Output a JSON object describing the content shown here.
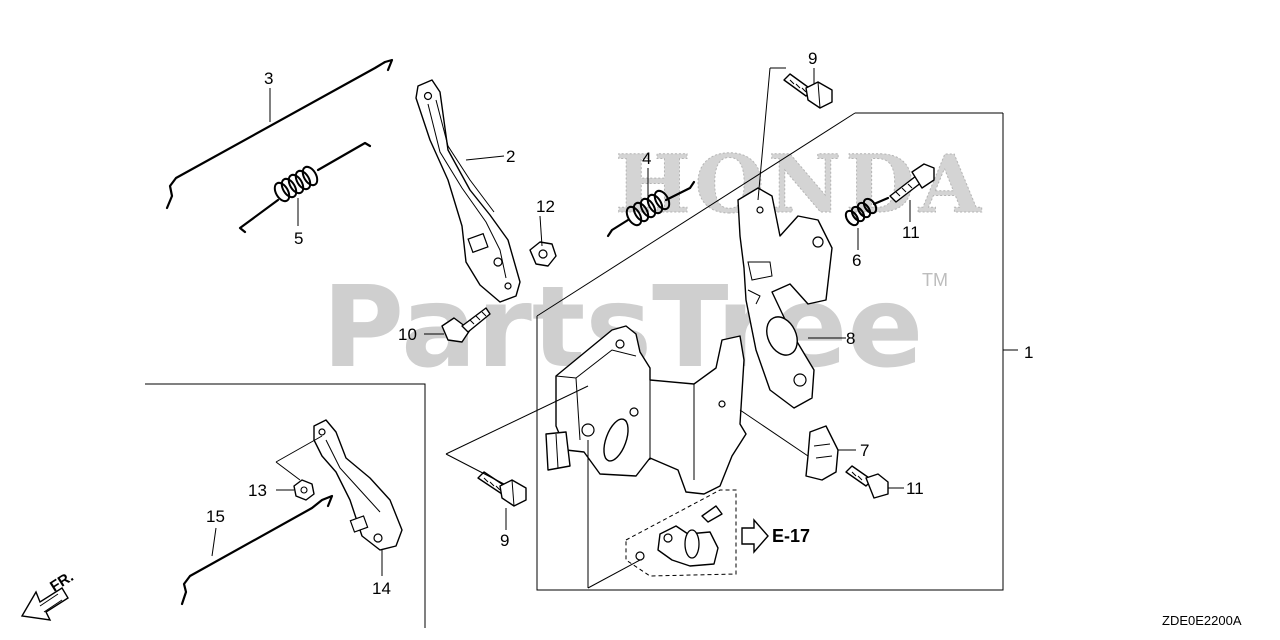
{
  "watermark": {
    "brand": "HONDA",
    "site": "PartsTree",
    "trademark": "TM"
  },
  "callouts": {
    "c1": "1",
    "c2": "2",
    "c3": "3",
    "c4": "4",
    "c5": "5",
    "c6": "6",
    "c7": "7",
    "c8": "8",
    "c9_top": "9",
    "c9_bottom": "9",
    "c10": "10",
    "c11_top": "11",
    "c11_bottom": "11",
    "c12": "12",
    "c13": "13",
    "c14": "14",
    "c15": "15"
  },
  "reference": "E-17",
  "direction": "FR.",
  "diagram_code": "ZDE0E2200A"
}
